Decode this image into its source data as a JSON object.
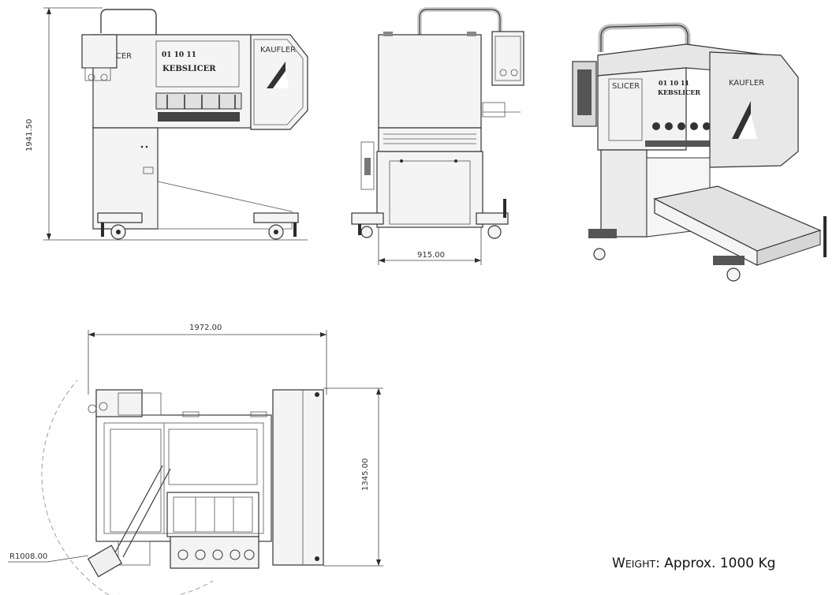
{
  "dimensions": {
    "height": "1941.50",
    "width_front": "915.00",
    "length_top": "1972.00",
    "width_top": "1345.00",
    "radius": "R1008.00"
  },
  "branding": {
    "logo_text": "KEBSLICER",
    "logo_side": "SLICER",
    "brand_name": "KAUFLER",
    "logo_digits": "01 10 11"
  },
  "weight": {
    "label_initial": "W",
    "label_rest": "EIGHT",
    "value": ": Approx. 1000 Kg"
  }
}
